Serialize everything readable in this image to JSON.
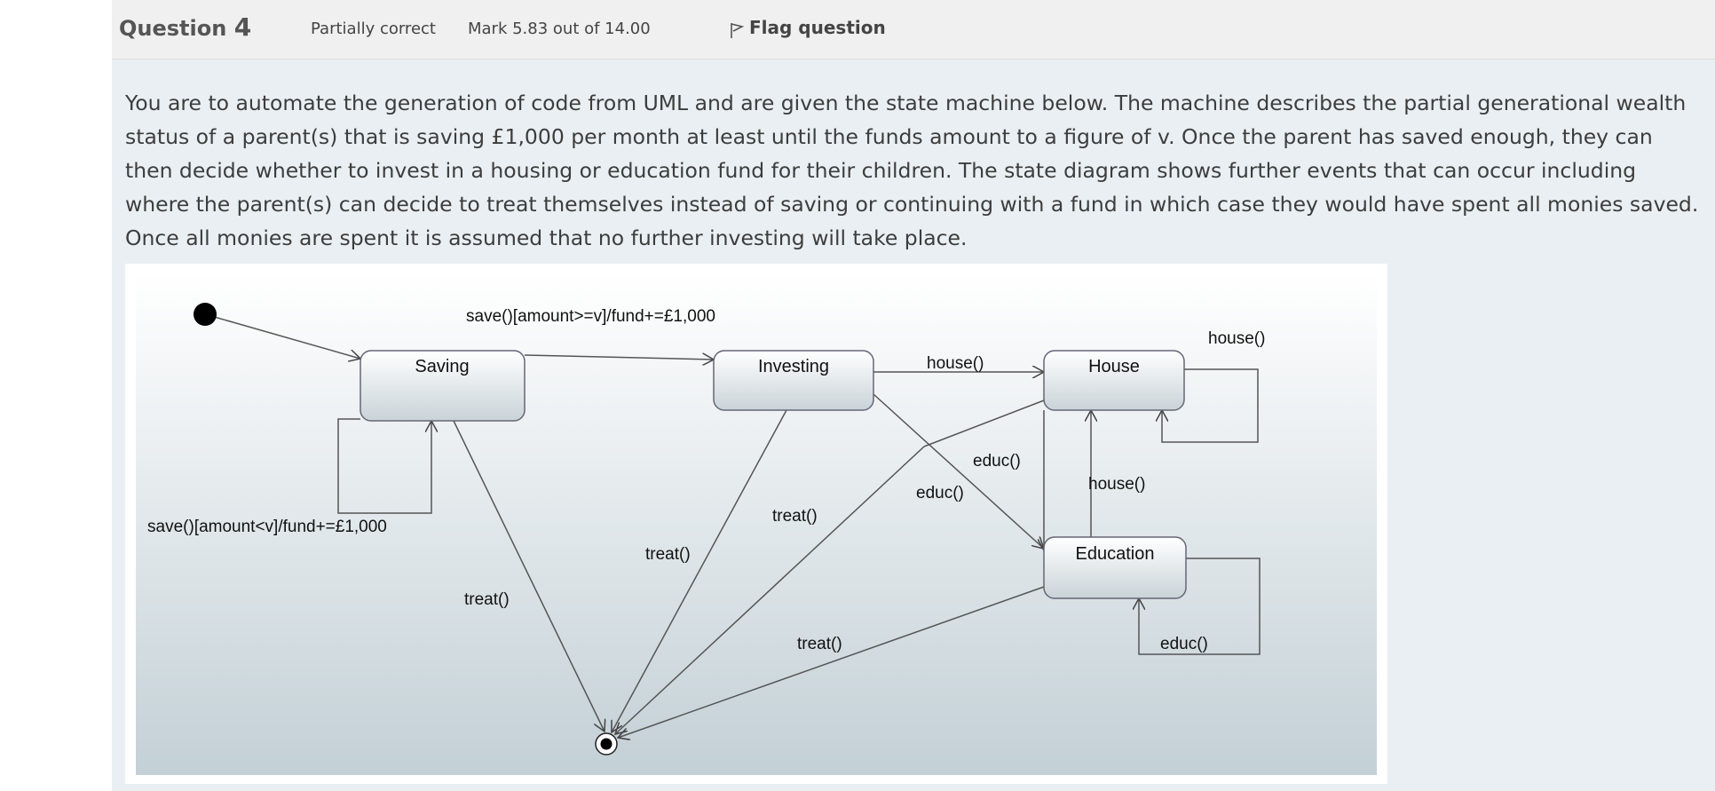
{
  "header": {
    "question_label": "Question",
    "question_number": "4",
    "state": "Partially correct",
    "grade": "Mark 5.83 out of 14.00",
    "flag_label": "Flag question"
  },
  "question_text": "You are to automate the generation of code from UML and are given the state machine below.  The machine describes the partial generational wealth status of a parent(s) that is saving £1,000 per month at least until the funds amount to a figure of v.  Once the parent has saved enough, they can then decide whether to invest in a housing or education fund for their children.  The state diagram shows further events that can occur including where the parent(s) can decide to treat themselves instead of saving or continuing with a fund in which case they would have spent all monies saved.  Once all monies are spent it is assumed that no further investing will take place.",
  "diagram": {
    "states": {
      "saving": "Saving",
      "investing": "Investing",
      "house": "House",
      "education": "Education"
    },
    "transitions": {
      "save_enough": "save()[amount>=v]/fund+=£1,000",
      "save_loop": "save()[amount<v]/fund+=£1,000",
      "investing_house": "house()",
      "house_loop": "house()",
      "investing_educ": "educ()",
      "house_educ": "educ()",
      "educ_house": "house()",
      "educ_loop": "educ()",
      "saving_treat": "treat()",
      "investing_treat": "treat()",
      "house_treat": "treat()",
      "educ_treat": "treat()"
    }
  }
}
